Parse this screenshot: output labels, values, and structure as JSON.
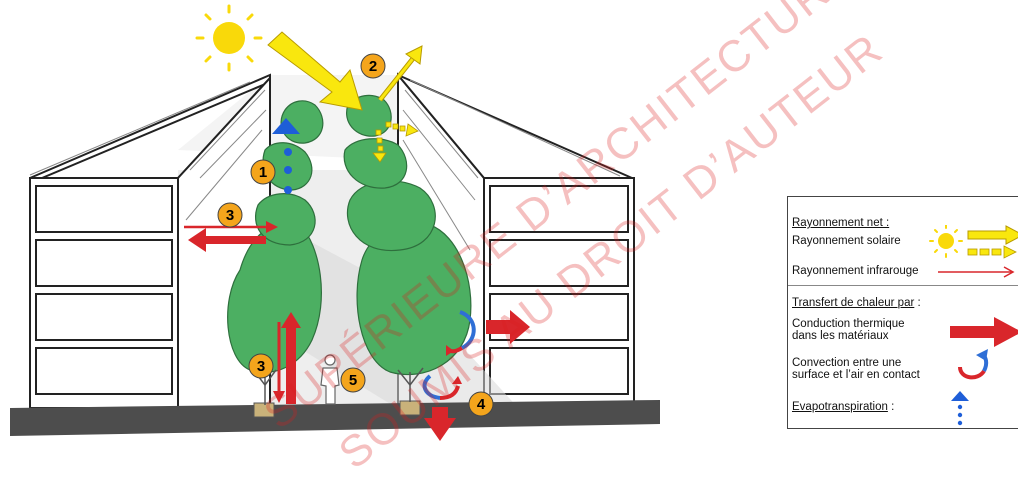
{
  "badges": [
    "1",
    "2",
    "3",
    "3",
    "4",
    "5"
  ],
  "legend": {
    "net_radiation_title": "Rayonnement net :",
    "solar_radiation": "Rayonnement solaire",
    "infrared_radiation": "Rayonnement infrarouge",
    "heat_transfer_title": "Transfert de chaleur par",
    "heat_transfer_colon": " :",
    "conduction_line1": "Conduction thermique",
    "conduction_line2": "dans les matériaux",
    "convection_line1": "Convection entre une",
    "convection_line2": "surface et l’air en contact",
    "evapotranspiration": "Evapotranspiration",
    "evapotranspiration_colon": " :"
  },
  "watermark": {
    "line1": "SUPÉRIEURE D’ARCHITECTURE",
    "line2": "SOUMIS AU DROIT D’AUTEUR"
  },
  "colors": {
    "sun": "#f9d90a",
    "solar_arrow": "#f9e70e",
    "infrared": "#d9262b",
    "tree": "#4caf62",
    "badge": "#f4a51c",
    "evapotranspiration": "#1e5ed8",
    "ground": "#4d4d4d"
  }
}
